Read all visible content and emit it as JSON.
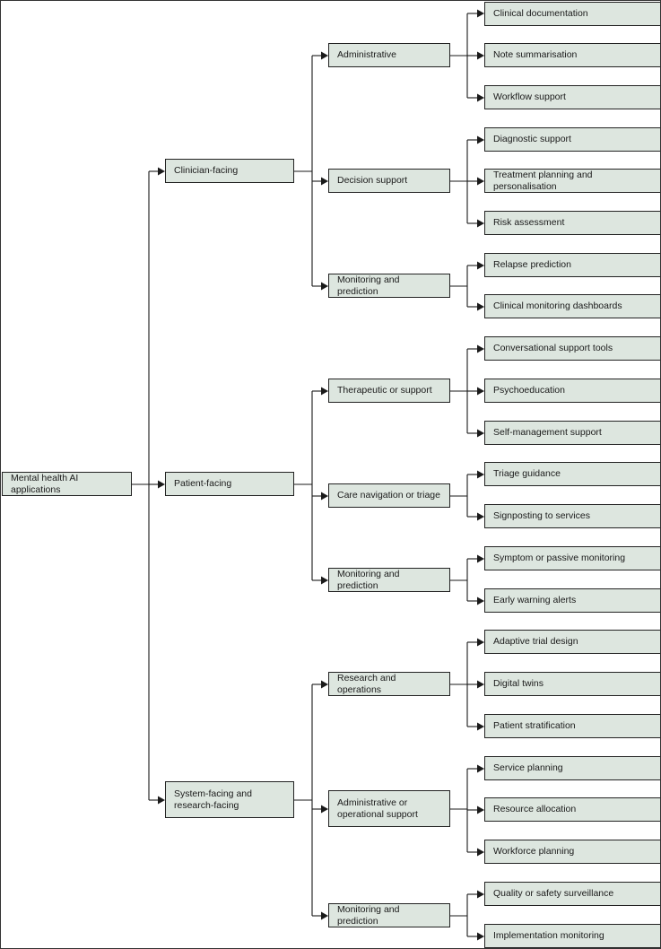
{
  "root": {
    "label": "Mental health AI applications"
  },
  "groups": [
    {
      "label": "Clinician-facing",
      "categories": [
        {
          "label": "Administrative",
          "items": [
            "Clinical documentation",
            "Note summarisation",
            "Workflow support"
          ]
        },
        {
          "label": "Decision support",
          "items": [
            "Diagnostic support",
            "Treatment planning and personalisation",
            "Risk assessment"
          ]
        },
        {
          "label": "Monitoring and prediction",
          "items": [
            "Relapse prediction",
            "Clinical monitoring dashboards"
          ]
        }
      ]
    },
    {
      "label": "Patient-facing",
      "categories": [
        {
          "label": "Therapeutic or support",
          "items": [
            "Conversational support tools",
            "Psychoeducation",
            "Self-management support"
          ]
        },
        {
          "label": "Care navigation or triage",
          "items": [
            "Triage guidance",
            "Signposting to services"
          ]
        },
        {
          "label": "Monitoring and prediction",
          "items": [
            "Symptom or passive monitoring",
            "Early warning alerts"
          ]
        }
      ]
    },
    {
      "label": "System-facing and\nresearch-facing",
      "categories": [
        {
          "label": "Research and operations",
          "items": [
            "Adaptive trial design",
            "Digital twins",
            "Patient stratification"
          ]
        },
        {
          "label": "Administrative or\noperational support",
          "items": [
            "Service planning",
            "Resource allocation",
            "Workforce planning"
          ]
        },
        {
          "label": "Monitoring and prediction",
          "items": [
            "Quality or safety surveillance",
            "Implementation monitoring"
          ]
        }
      ]
    }
  ],
  "colors": {
    "box_fill": "#dde6df",
    "line": "#1a1a1a"
  }
}
